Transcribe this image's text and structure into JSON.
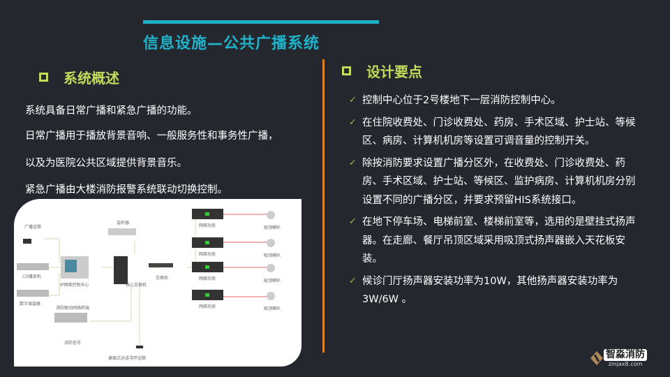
{
  "title": "信息设施—公共广播系统",
  "left": {
    "heading": "系统概述",
    "paragraphs": [
      "系统具备日常广播和紧急广播的功能。",
      "日常广播用于播放背景音响、一般服务性和事务性广播，",
      "以及为医院公共区域提供背景音乐。",
      "紧急广播由大楼消防报警系统联动切换控制。"
    ],
    "diagram": {
      "mic": "广播话筒",
      "cd": "CD播放机",
      "tuner": "数字调谐器",
      "ip_center": "IP网络控制中心",
      "monitor": "监听器",
      "core_switch": "核心交换机",
      "switch": "交换机",
      "fire_terminal": "消防联动网络终端",
      "fire_signal": "消防信号",
      "desk_mic": "桌面式对讲寻呼话筒",
      "amps": [
        "网络功放",
        "网络功放",
        "网络功放",
        "网络功放"
      ],
      "speakers": [
        "吸顶喇叭",
        "吸顶喇叭",
        "吸顶喇叭",
        "吸顶喇叭"
      ]
    }
  },
  "right": {
    "heading": "设计要点",
    "items": [
      "控制中心位于2号楼地下一层消防控制中心。",
      "在住院收费处、门诊收费处、药房、手术区域、护士站、等候区、病房、计算机机房等设置可调音量的控制开关。",
      "除按消防要求设置广播分区外，在收费处、门诊收费处、药房、手术区域、护士站、等候区、监护病房、计算机机房分别设置不同的广播分区，并要求预留HIS系统接口。",
      "在地下停车场、电梯前室、楼梯前室等，选用的是壁挂式扬声器。在走廊、餐厅吊顶区域采用吸顶式扬声器嵌入天花板安装。",
      "候诊门厅扬声器安装功率为10W，其他扬声器安装功率为3W/6W 。"
    ]
  },
  "logo": {
    "name": "智淼消防",
    "url": "zmjax8.com"
  },
  "colors": {
    "title": "#20b2c8",
    "heading": "#c3db5b",
    "divider": "#e0822a",
    "background": "#25272f"
  }
}
